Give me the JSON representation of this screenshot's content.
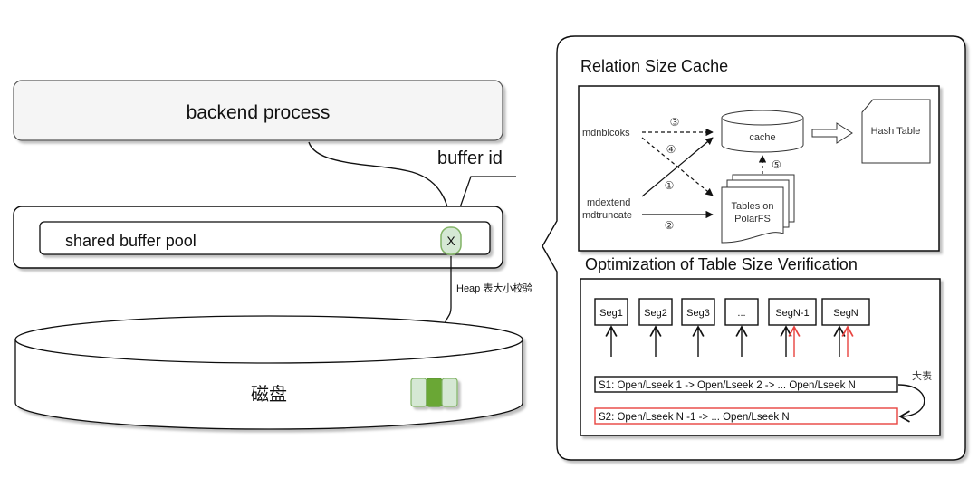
{
  "left": {
    "backend_process": "backend process",
    "buffer_id": "buffer id",
    "shared_buffer_pool": "shared buffer pool",
    "buffer_marker": "X",
    "heap_check_label": "Heap 表大小校验",
    "disk_label": "磁盘"
  },
  "rsc": {
    "title": "Relation Size Cache",
    "mdnblocks": "mdnblcoks",
    "mdextend": "mdextend",
    "mdtruncate": "mdtruncate",
    "cache": "cache",
    "hash_table": "Hash Table",
    "tables_line1": "Tables on",
    "tables_line2": "PolarFS",
    "step1": "①",
    "step2": "②",
    "step3": "③",
    "step4": "④",
    "step5": "⑤"
  },
  "otsv": {
    "title": "Optimization of Table Size Verification",
    "segments": [
      "Seg1",
      "Seg2",
      "Seg3",
      "...",
      "SegN-1",
      "SegN"
    ],
    "s1": "S1: Open/Lseek 1 -> Open/Lseek 2 -> ... Open/Lseek N",
    "s2": "S2: Open/Lseek N -1  -> ... Open/Lseek N",
    "big_table": "大表"
  },
  "colors": {
    "green_dark": "#6aa735",
    "green_light": "#d5e8d4",
    "green_border": "#82b366",
    "red": "#e8433f",
    "panel_fill": "#f5f5f5"
  }
}
